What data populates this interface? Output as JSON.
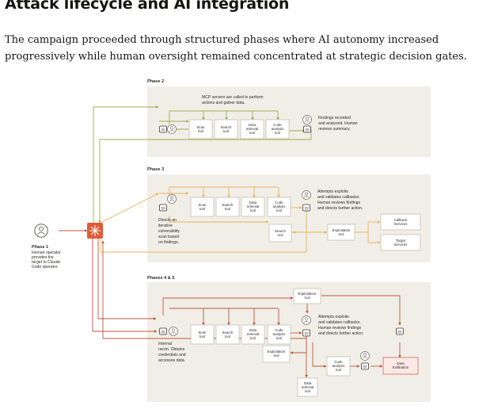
{
  "title": "Attack lifecycle and AI integration",
  "intro": {
    "line1": "The campaign proceeded through structured phases where AI autonomy increased",
    "line2": "progressively while human oversight remained concentrated at strategic decision gates."
  },
  "colors": {
    "phase2_arrows": "#9bb04d",
    "phase3_arrows": "#e9b45e",
    "phase45_arrows": "#c0553f",
    "panel": "#f0eee6",
    "hub": "#e05a36"
  },
  "phase1": {
    "label": "Phase 1",
    "desc": [
      "Human operator",
      "provides the",
      "target to Claude",
      "Code operator."
    ]
  },
  "phase2": {
    "label": "Phase 2",
    "note": [
      "MCP servers are called to perform",
      "actions and gather data."
    ],
    "tools": [
      [
        "Scan",
        "tool"
      ],
      [
        "Search",
        "tool"
      ],
      [
        "Data",
        "retrieval",
        "tool"
      ],
      [
        "Code",
        "analysis",
        "tool"
      ]
    ],
    "review": [
      "Findings recorded",
      "and analyzed. Human",
      "reviews summary."
    ]
  },
  "phase3": {
    "label": "Phase 3",
    "tools": [
      [
        "Scan",
        "tool"
      ],
      [
        "Search",
        "tool"
      ],
      [
        "Data",
        "retrieval",
        "tool"
      ],
      [
        "Code",
        "analysis",
        "tool"
      ]
    ],
    "directs": [
      "Directs an",
      "iterative",
      "vulnerability",
      "scan based",
      "on findings."
    ],
    "review": [
      "Attempts exploits",
      "and validates callbacks.",
      "Human reviews findings",
      "and directs further action."
    ],
    "search_tool": [
      "Search",
      "tool"
    ],
    "exploitation_tool": [
      "Exploitation",
      "tool"
    ],
    "callback_services": [
      "Callback",
      "Services"
    ],
    "target_services": [
      "Target",
      "Services"
    ]
  },
  "phase45": {
    "label": "Phases 4 & 5",
    "exploitation_top": [
      "Exploitation",
      "tool"
    ],
    "tools": [
      [
        "Scan",
        "tool"
      ],
      [
        "Search",
        "tool"
      ],
      [
        "Data",
        "retrieval",
        "tool"
      ],
      [
        "Code",
        "analysis",
        "tool"
      ]
    ],
    "review": [
      "Attempts exploits",
      "and validates callbacks.",
      "Human reviews findings",
      "and directs further action."
    ],
    "internal": [
      "Internal",
      "recon. Obtains",
      "credentials and",
      "accesses data."
    ],
    "exploitation_mid": [
      "Exploitation",
      "tool"
    ],
    "code_analysis": [
      "Code",
      "analysis",
      "tool"
    ],
    "data_exfiltration": [
      "Data",
      "Exfiltration"
    ],
    "data_retrieval_bottom": [
      "Data",
      "retrieval",
      "tool"
    ]
  }
}
